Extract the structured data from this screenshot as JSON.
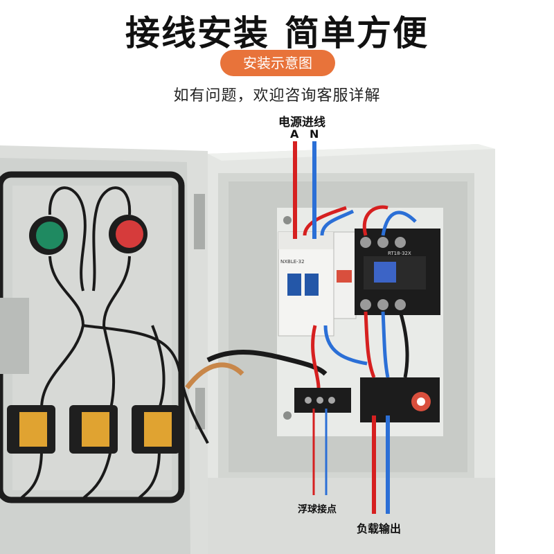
{
  "header": {
    "title_part1": "接线安装",
    "title_part2": "简单方便",
    "badge": "安装示意图",
    "subtitle": "如有问题，欢迎咨询客服详解"
  },
  "labels": {
    "power_in": "电源进线",
    "phase_a": "A",
    "phase_n": "N",
    "float_contact": "浮球接点",
    "load_output": "负载输出"
  },
  "components": {
    "breaker_model": "NXBLE-32",
    "contactor_model": "RT18-32X"
  },
  "colors": {
    "accent": "#e8733a",
    "wire_red": "#d62020",
    "wire_blue": "#2b6fd6",
    "cabinet": "#e4e6e3"
  }
}
